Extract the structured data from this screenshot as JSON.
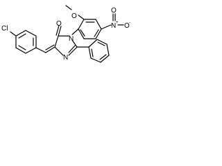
{
  "molecule": {
    "atoms": {
      "cl": "Cl",
      "o_carbonyl": "O",
      "o_methoxy": "O",
      "n_ring": "N",
      "n_imine": "N",
      "n_nitro": "N",
      "o_nitro_top": "O",
      "o_nitro_right": "O"
    },
    "charges": {
      "n_nitro": "+",
      "o_nitro_right": "-"
    }
  }
}
